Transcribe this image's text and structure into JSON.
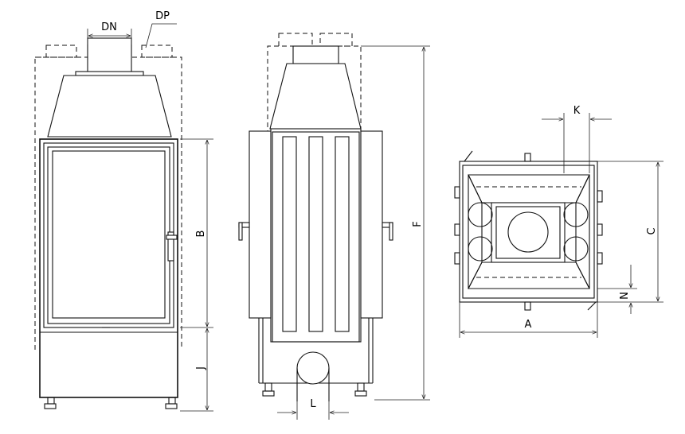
{
  "labels": {
    "dn": "DN",
    "dp": "DP",
    "b": "B",
    "j": "J",
    "l": "L",
    "f": "F",
    "k": "K",
    "c": "C",
    "n": "N",
    "a": "A"
  }
}
